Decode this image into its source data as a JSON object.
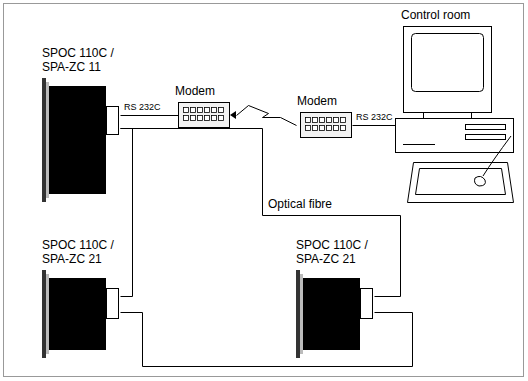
{
  "diagram": {
    "nodes": [
      {
        "text": [
          "SPOC 110C / SPA-ZC 11"
        ]
      },
      {
        "text": [
          "Modem"
        ]
      },
      {
        "text": [
          "Modem"
        ]
      },
      {
        "text": [
          "Control room"
        ]
      },
      {
        "text": [
          "SPOC 110C / SPA-ZC 21"
        ]
      },
      {
        "text": [
          "SPOC 110C / SPA-ZC 21"
        ]
      }
    ],
    "edges": [
      {
        "from": 0,
        "to": 1,
        "label": "RS 232C",
        "arrow": "none"
      },
      {
        "from": 1,
        "to": 2,
        "arrow": "none"
      },
      {
        "from": 2,
        "to": 3,
        "label": "RS 232C",
        "arrow": "none"
      },
      {
        "from": 0,
        "to": 4,
        "arrow": "none"
      },
      {
        "from": 0,
        "to": 5,
        "label": "Optical fibre",
        "arrow": "none"
      },
      {
        "from": 4,
        "to": 5,
        "arrow": "none"
      }
    ]
  }
}
